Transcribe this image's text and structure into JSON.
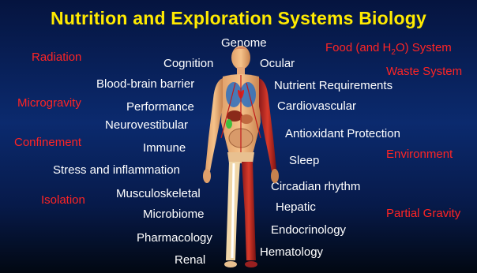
{
  "title": "Nutrition and Exploration Systems Biology",
  "hazards": {
    "radiation": "Radiation",
    "microgravity": "Microgravity",
    "confinement": "Confinement",
    "isolation": "Isolation"
  },
  "systems": {
    "food_pre": "Food (and H",
    "food_sub": "2",
    "food_post": "O) System",
    "waste": "Waste System",
    "environment": "Environment",
    "partial_gravity": "Partial Gravity"
  },
  "left_labels": {
    "cognition": "Cognition",
    "blood_brain_barrier": "Blood-brain barrier",
    "performance": "Performance",
    "neurovestibular": "Neurovestibular",
    "immune": "Immune",
    "stress": "Stress and inflammation",
    "musculoskeletal": "Musculoskeletal",
    "microbiome": "Microbiome",
    "pharmacology": "Pharmacology",
    "renal": "Renal"
  },
  "right_labels": {
    "genome": "Genome",
    "ocular": "Ocular",
    "nutrient_requirements": "Nutrient Requirements",
    "cardiovascular": "Cardiovascular",
    "antioxidant": "Antioxidant Protection",
    "sleep": "Sleep",
    "circadian": "Circadian rhythm",
    "hepatic": "Hepatic",
    "endocrinology": "Endocrinology",
    "hematology": "Hematology"
  },
  "colors": {
    "title": "#ffea00",
    "hazard_text": "#ff2424",
    "label_text": "#ffffff",
    "background": "#0b2a6e"
  }
}
